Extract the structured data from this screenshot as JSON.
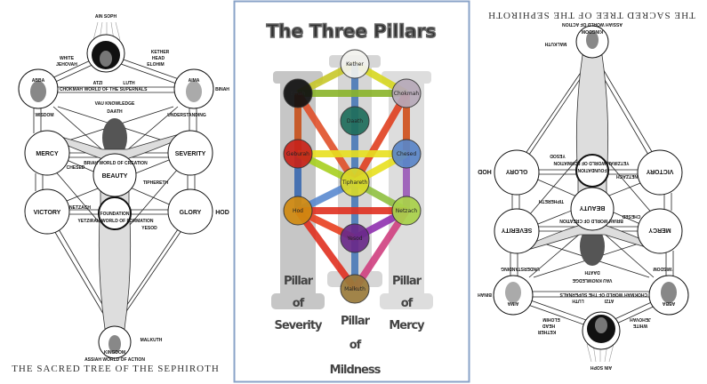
{
  "left_panel": {
    "caption": "THE SACRED TREE OF THE SEPHIROTH",
    "top_label": "AIN SOPH",
    "nodes": {
      "kether": "KETHER",
      "head": "HEAD",
      "white": "WHITE",
      "jehovah": "JEHOVAH",
      "elohim": "ELOHIM",
      "abba": "ABBA",
      "aima": "AIMA",
      "wisdom": "WISDOM",
      "understanding": "UNDERSTANDING",
      "chokmah": "CHOKMAH",
      "binah": "BINAH",
      "atzi": "ATZI",
      "luth": "LUTH",
      "world_supernals": "WORLD OF THE SUPERNALS",
      "daath": "DAATH",
      "vau_knowledge": "VAU KNOWLEDGE",
      "mercy": "MERCY",
      "severity": "SEVERITY",
      "chesed": "CHESED",
      "briah": "BRIAH WORLD OF CREATION",
      "beauty": "BEAUTY",
      "tiphereth": "TIPHERETH",
      "victory": "VICTORY",
      "glory": "GLORY",
      "hod": "HOD",
      "netzach": "NETZACH",
      "foundation": "FOUNDATION",
      "yetzirah": "YETZIRAH WORLD OF FORMATION",
      "yesod": "YESOD",
      "malkuth": "MALKUTH",
      "kingdom": "KINGDOM",
      "assiah": "ASSIAH WORLD OF ACTION"
    }
  },
  "center_panel": {
    "title": "The Three Pillars",
    "sephiroth": [
      "Kether",
      "Binah",
      "Chokmah",
      "Daath",
      "Geburah",
      "Chesed",
      "Tiphareth",
      "Hod",
      "Netzach",
      "Yesod",
      "Malkuth"
    ],
    "pillars": {
      "severity": [
        "Pillar",
        "of",
        "Severity"
      ],
      "mildness": [
        "Pillar",
        "of",
        "Mildness"
      ],
      "mercy": [
        "Pillar",
        "of",
        "Mercy"
      ]
    },
    "colors": {
      "Kether": "#f2f2ee",
      "Binah": "#111111",
      "Chokmah": "#b7a9b9",
      "Daath": "#1f6e5c",
      "Geburah": "#c8231a",
      "Chesed": "#5a86c8",
      "Tiphareth": "#d9d92a",
      "Hod": "#d08a10",
      "Netzach": "#a9d24a",
      "Yesod": "#6a2a8a",
      "Malkuth": "#9a7a3a"
    },
    "border_color": "#8aa3c8"
  }
}
